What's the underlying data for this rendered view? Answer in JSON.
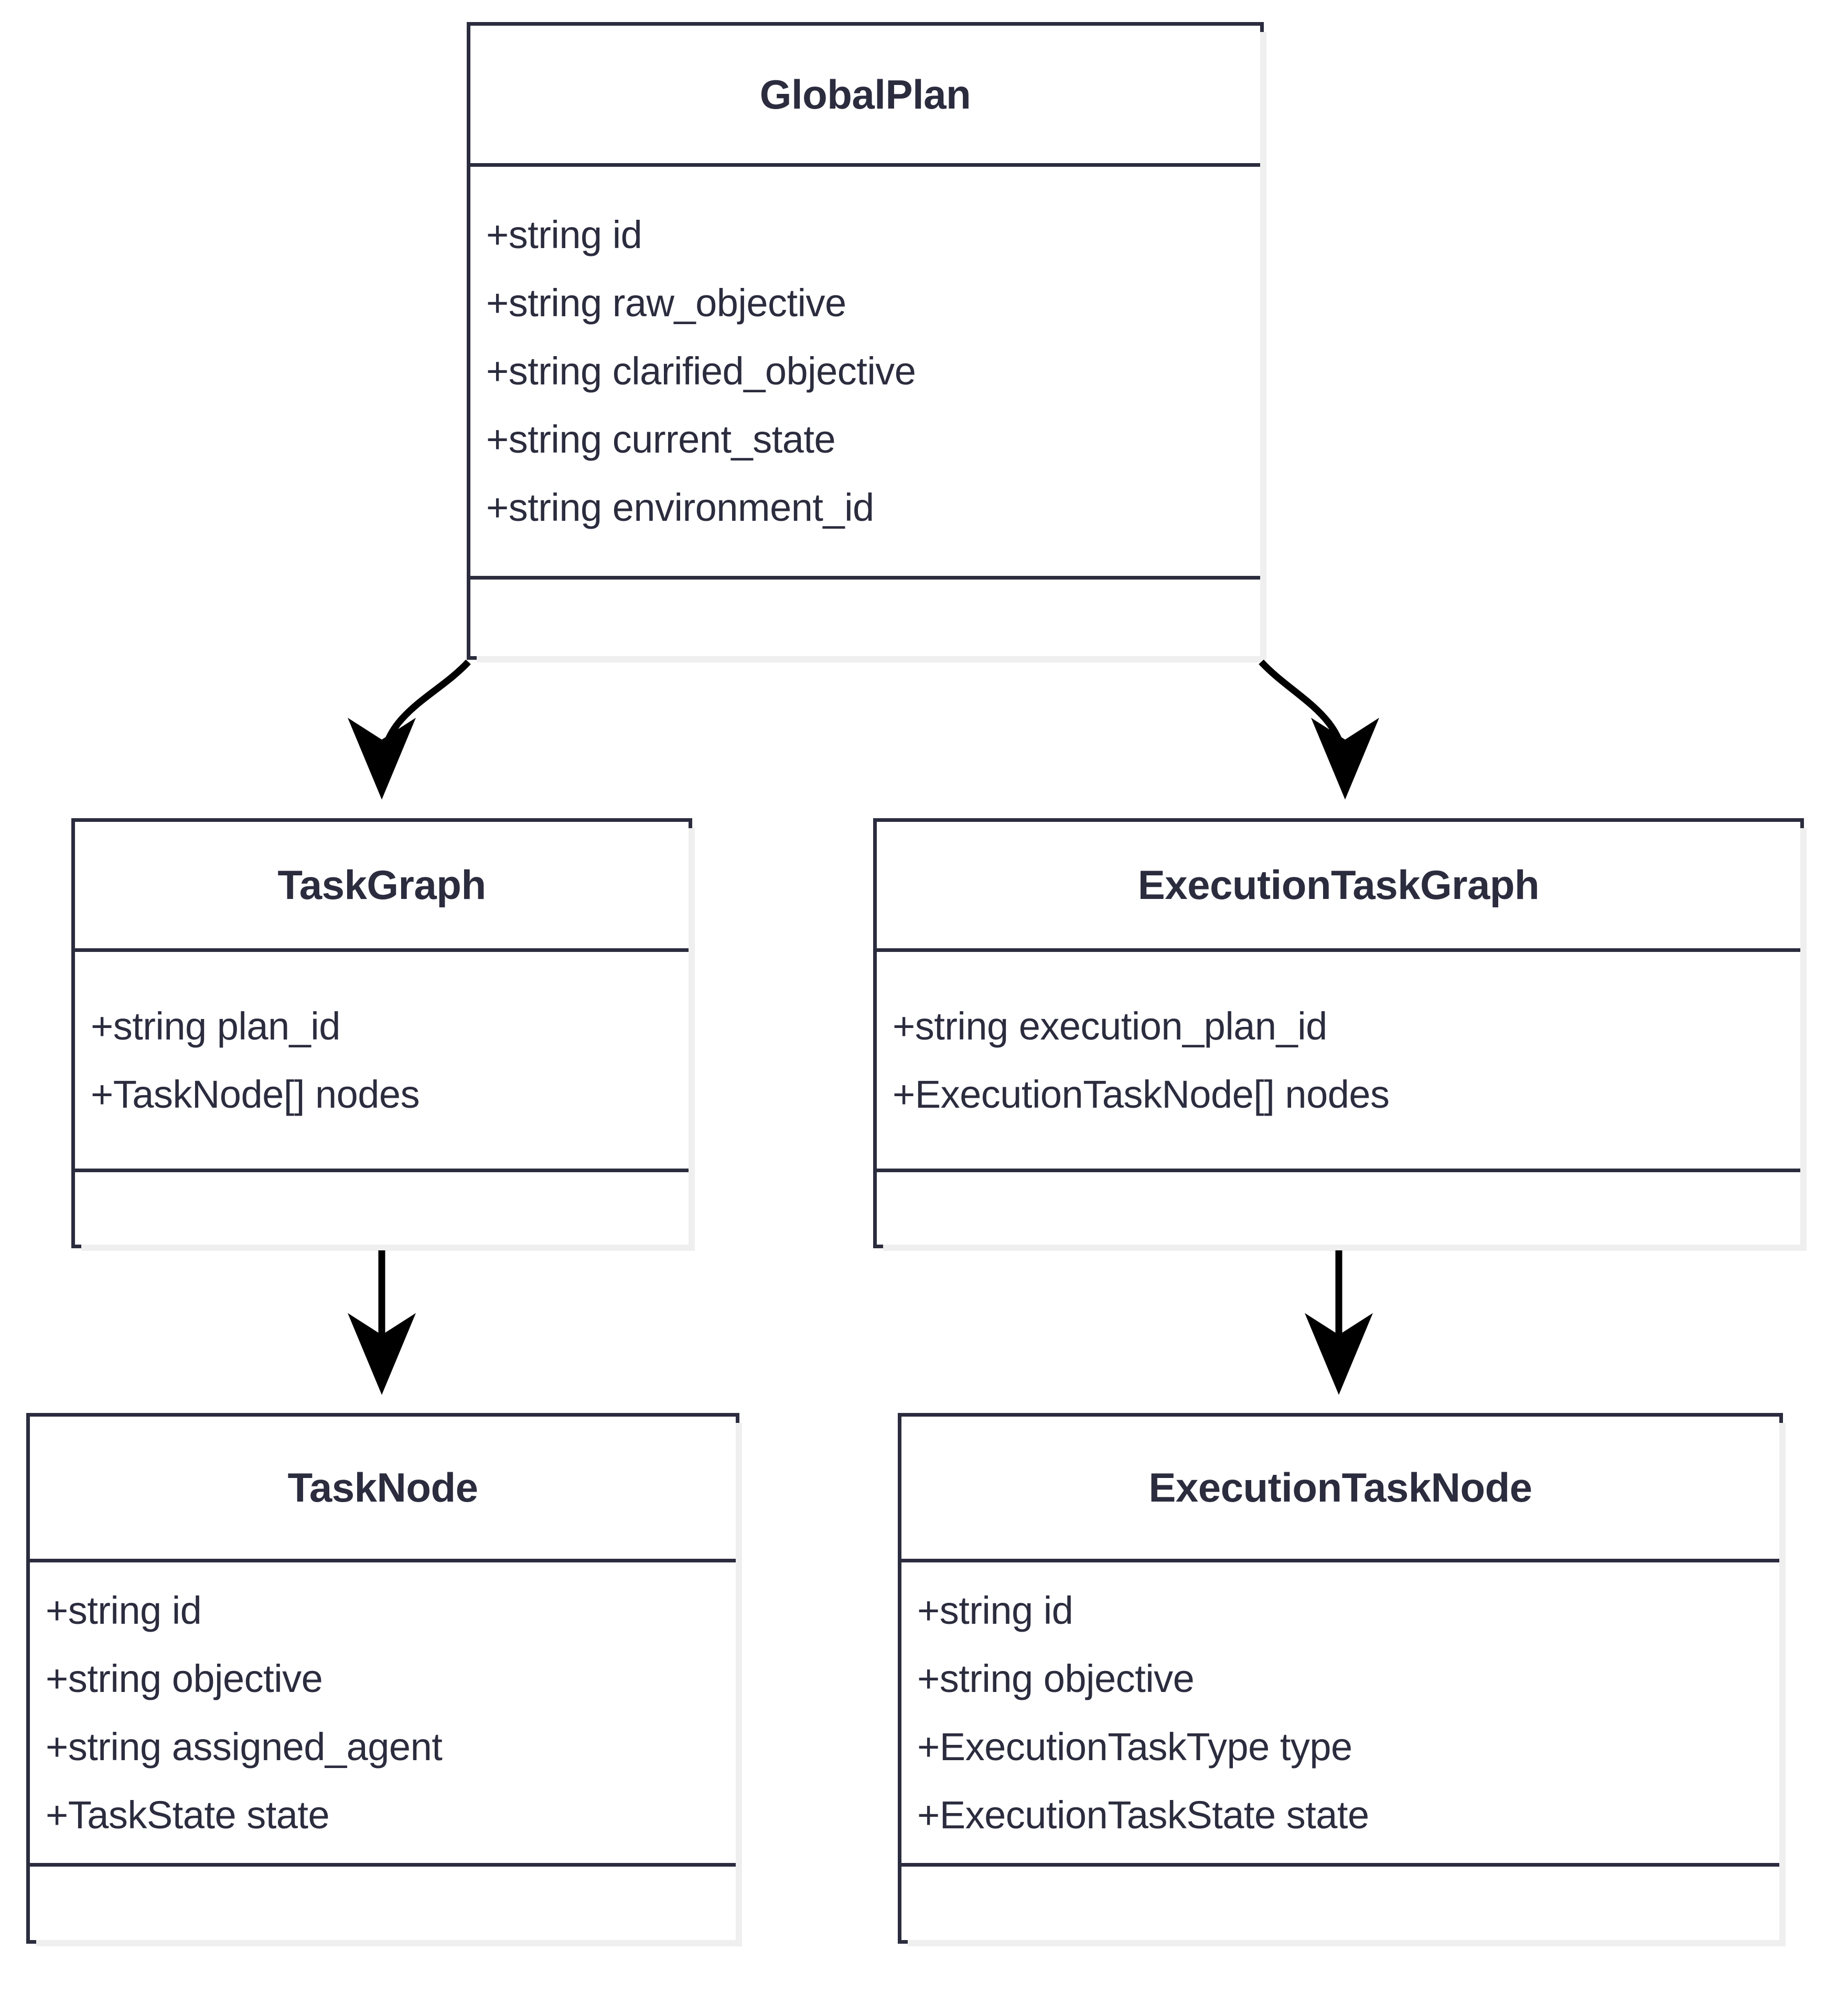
{
  "diagram": {
    "type": "uml-class-diagram",
    "background_color": "#ffffff",
    "stroke_color": "#2b2c3e",
    "shadow_color": "#efefef",
    "edge_color": "#000000"
  },
  "classes": [
    {
      "id": "GlobalPlan",
      "name": "GlobalPlan",
      "attributes": [
        "+string id",
        "+string raw_objective",
        "+string clarified_objective",
        "+string current_state",
        "+string environment_id"
      ],
      "methods": []
    },
    {
      "id": "TaskGraph",
      "name": "TaskGraph",
      "attributes": [
        "+string plan_id",
        "+TaskNode[] nodes"
      ],
      "methods": []
    },
    {
      "id": "ExecutionTaskGraph",
      "name": "ExecutionTaskGraph",
      "attributes": [
        "+string execution_plan_id",
        "+ExecutionTaskNode[] nodes"
      ],
      "methods": []
    },
    {
      "id": "TaskNode",
      "name": "TaskNode",
      "attributes": [
        "+string id",
        "+string objective",
        "+string assigned_agent",
        "+TaskState state"
      ],
      "methods": []
    },
    {
      "id": "ExecutionTaskNode",
      "name": "ExecutionTaskNode",
      "attributes": [
        "+string id",
        "+string objective",
        "+ExecutionTaskType type",
        "+ExecutionTaskState state"
      ],
      "methods": []
    }
  ],
  "relations": [
    {
      "from": "GlobalPlan",
      "to": "TaskGraph",
      "style": "curved",
      "arrow": "open",
      "label": ""
    },
    {
      "from": "GlobalPlan",
      "to": "ExecutionTaskGraph",
      "style": "curved",
      "arrow": "open",
      "label": ""
    },
    {
      "from": "TaskGraph",
      "to": "TaskNode",
      "style": "straight",
      "arrow": "open",
      "label": ""
    },
    {
      "from": "ExecutionTaskGraph",
      "to": "ExecutionTaskNode",
      "style": "straight",
      "arrow": "open",
      "label": ""
    }
  ]
}
